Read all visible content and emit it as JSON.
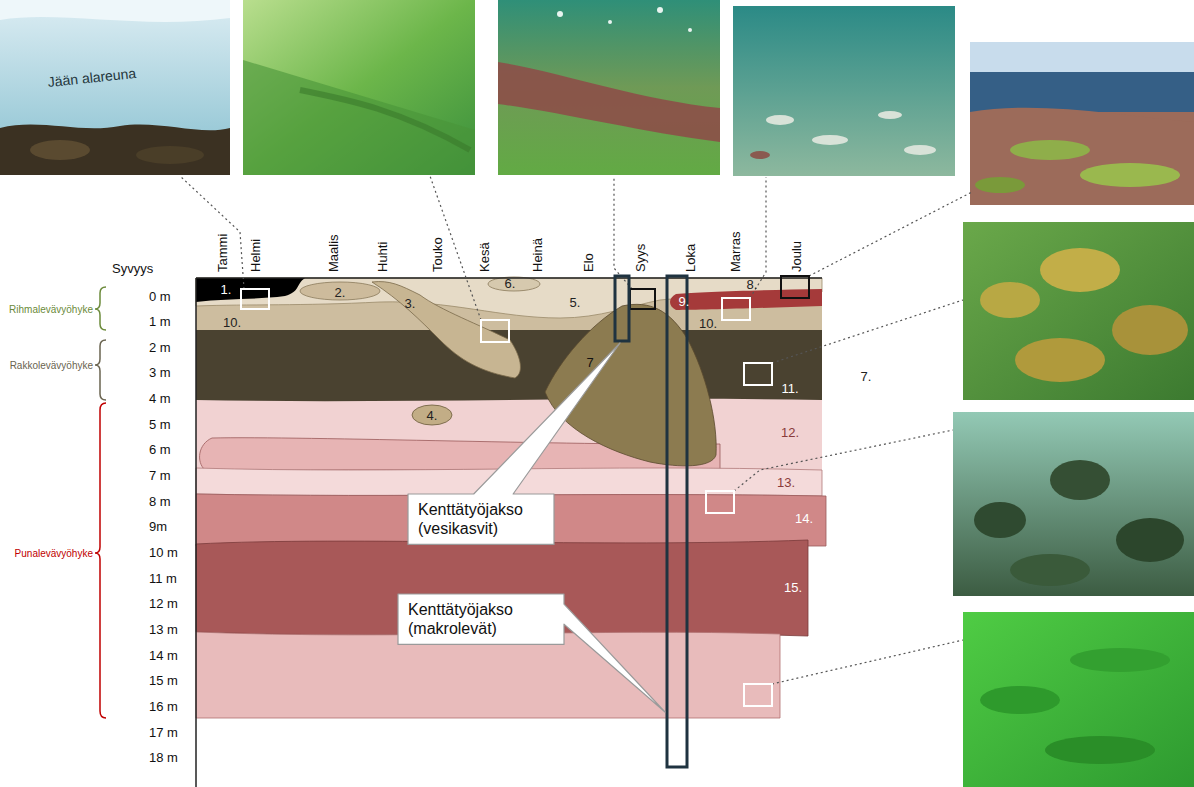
{
  "diagram": {
    "nodes": [
      {
        "text": [
          "Kenttätyöjakso (vesikasvit)"
        ]
      },
      {
        "text": [
          "Kenttätyöjakso (makrolevät)"
        ]
      }
    ],
    "labels": [
      "Jään alareuna",
      "Tammi",
      "Helmi",
      "Maalis",
      "Huhti",
      "Touko",
      "Kesä",
      "Heinä",
      "Elo",
      "Syys",
      "Loka",
      "Marras",
      "Joulu",
      "Syvyys",
      "0 m",
      "1 m",
      "2 m",
      "3 m",
      "4 m",
      "5 m",
      "6 m",
      "7 m",
      "8 m",
      "9m",
      "10 m",
      "11 m",
      "12 m",
      "13 m",
      "14 m",
      "15 m",
      "16 m",
      "17 m",
      "18 m",
      "Rihmalevävyöhyke",
      "Rakkolevävyöhyke",
      "Punalevävyöhyke",
      "1.",
      "10.",
      "2.",
      "3.",
      "4.",
      "5.",
      "6.",
      "7",
      "8.",
      "9.",
      "10.",
      "11.",
      "7.",
      "12.",
      "13.",
      "14.",
      "15."
    ]
  }
}
